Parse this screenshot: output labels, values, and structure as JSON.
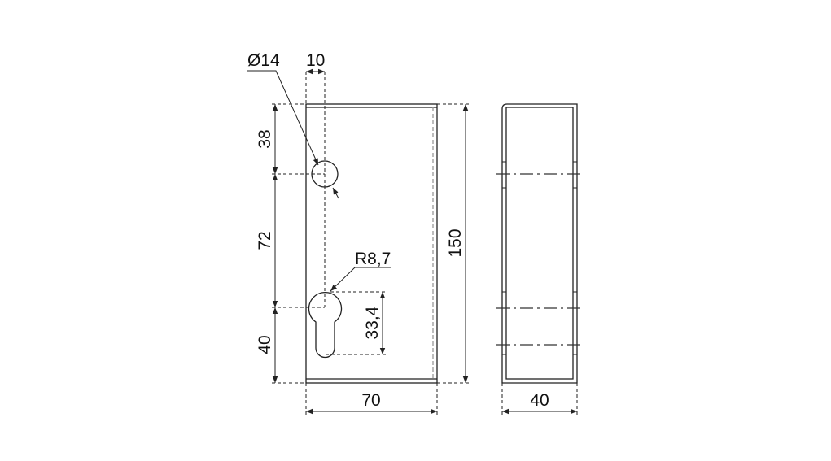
{
  "drawing": {
    "hole_diameter": "Ø14",
    "hole_offset": "10",
    "top_to_hole": "38",
    "hole_to_cylinder": "72",
    "cylinder_to_bottom": "40",
    "total_height": "150",
    "cylinder_radius": "R8,7",
    "cylinder_height": "33,4",
    "front_width": "70",
    "side_depth": "40"
  },
  "colors": {
    "fill": "#ebebeb",
    "line": "#222222"
  }
}
